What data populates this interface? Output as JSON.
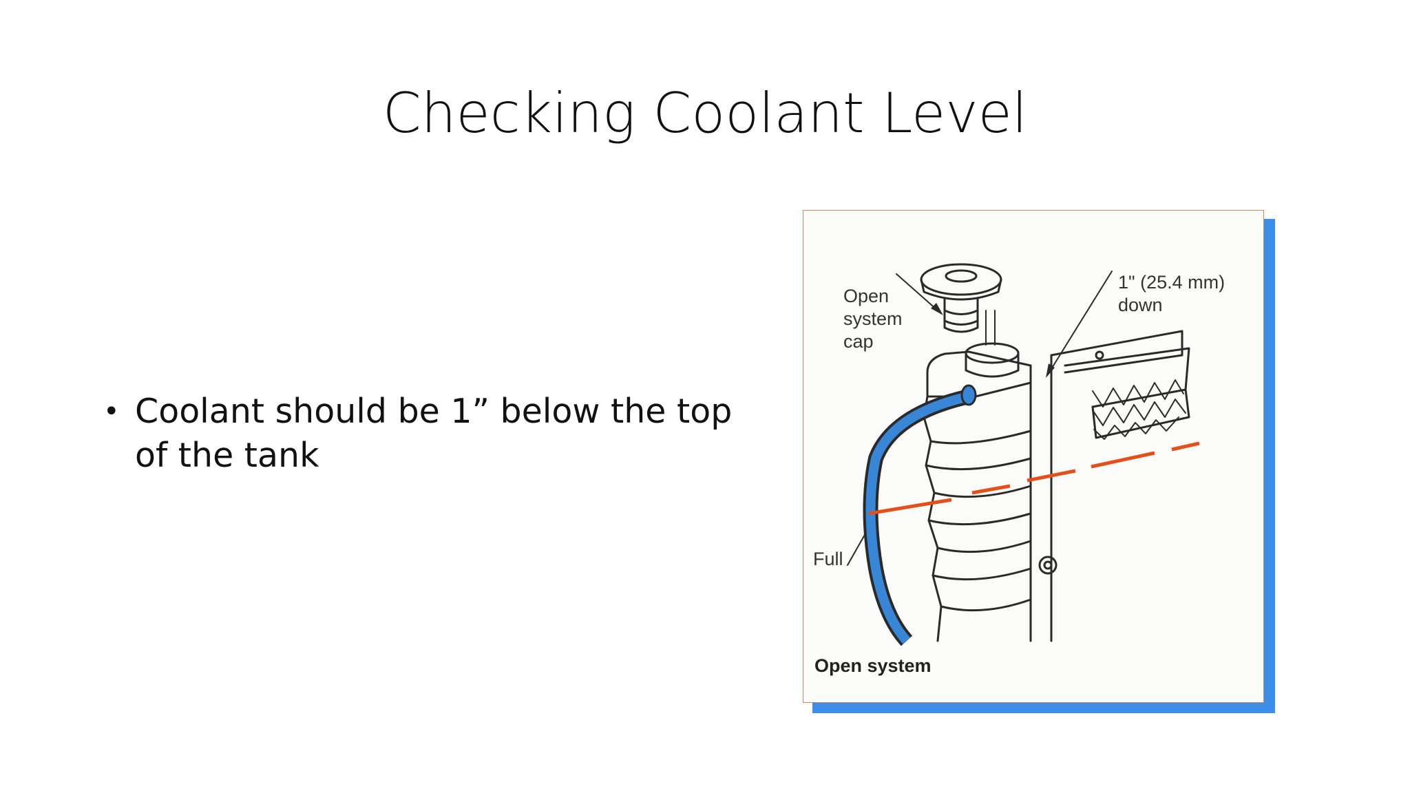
{
  "slide": {
    "title": "Checking Coolant Level",
    "bullets": [
      {
        "symbol": "•",
        "text": "Coolant should be 1” below the top of the tank"
      }
    ]
  },
  "figure": {
    "labels": {
      "cap_line1": "Open",
      "cap_line2": "system",
      "cap_line3": "cap",
      "down_line1": "1\" (25.4 mm)",
      "down_line2": "down",
      "full": "Full"
    },
    "caption": "Open system",
    "colors": {
      "hose": "#3a86d6",
      "level_line": "#e2501c",
      "shadow": "#3b8fe8",
      "border": "#c98a6a"
    }
  }
}
